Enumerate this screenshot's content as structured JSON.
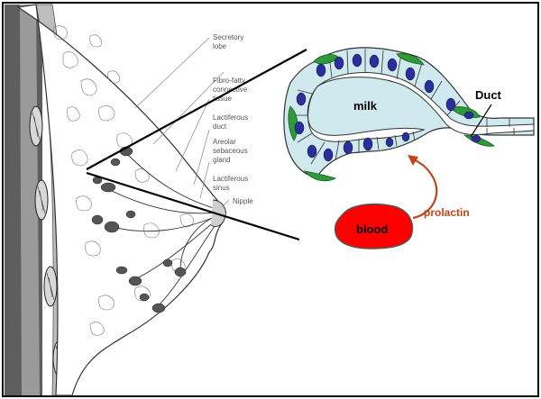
{
  "anatomy": {
    "labels": [
      {
        "id": "secretory-lobe",
        "lines": [
          "Secretory",
          "lobe"
        ]
      },
      {
        "id": "fibro-fatty",
        "lines": [
          "Fibro-fatty",
          "connective",
          "tissue"
        ]
      },
      {
        "id": "lactiferous-duct",
        "lines": [
          "Lactiferous",
          "duct"
        ]
      },
      {
        "id": "areolar-gland",
        "lines": [
          "Areolar",
          "sebaceous",
          "gland"
        ]
      },
      {
        "id": "lactiferous-sinus",
        "lines": [
          "Lactiferous",
          "sinus"
        ]
      },
      {
        "id": "nipple",
        "lines": [
          "Nipple"
        ]
      }
    ]
  },
  "alveolus": {
    "milk_label": "milk",
    "duct_label": "Duct",
    "blood_label": "blood",
    "hormone_label": "prolactin"
  },
  "colors": {
    "cell_fill": "#cfe9ee",
    "nucleus": "#2b2f9e",
    "myoepithelial": "#2e9a3a",
    "blood": "#ff0000",
    "hormone": "#c0461a"
  }
}
